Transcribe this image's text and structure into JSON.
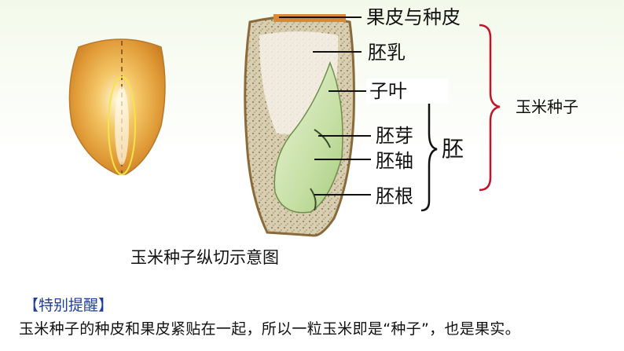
{
  "figure": {
    "labels": {
      "pericarp_seedcoat": "果皮与种皮",
      "endosperm": "胚乳",
      "cotyledon": "子叶",
      "plumule": "胚芽",
      "hypocotyl": "胚轴",
      "radicle": "胚根",
      "embryo": "胚",
      "corn_seed": "玉米种子"
    },
    "caption": "玉米种子纵切示意图"
  },
  "tip": {
    "title": "【特别提醒】",
    "body": "玉米种子的种皮和果皮紧贴在一起，所以一粒玉米即是“种子”，也是果实。"
  },
  "colors": {
    "bracket_red": "#c0152a",
    "tip_blue": "#1f3f9a",
    "kernel_orange": "#e6a23a",
    "embryo_green": "#cfe3b4"
  }
}
